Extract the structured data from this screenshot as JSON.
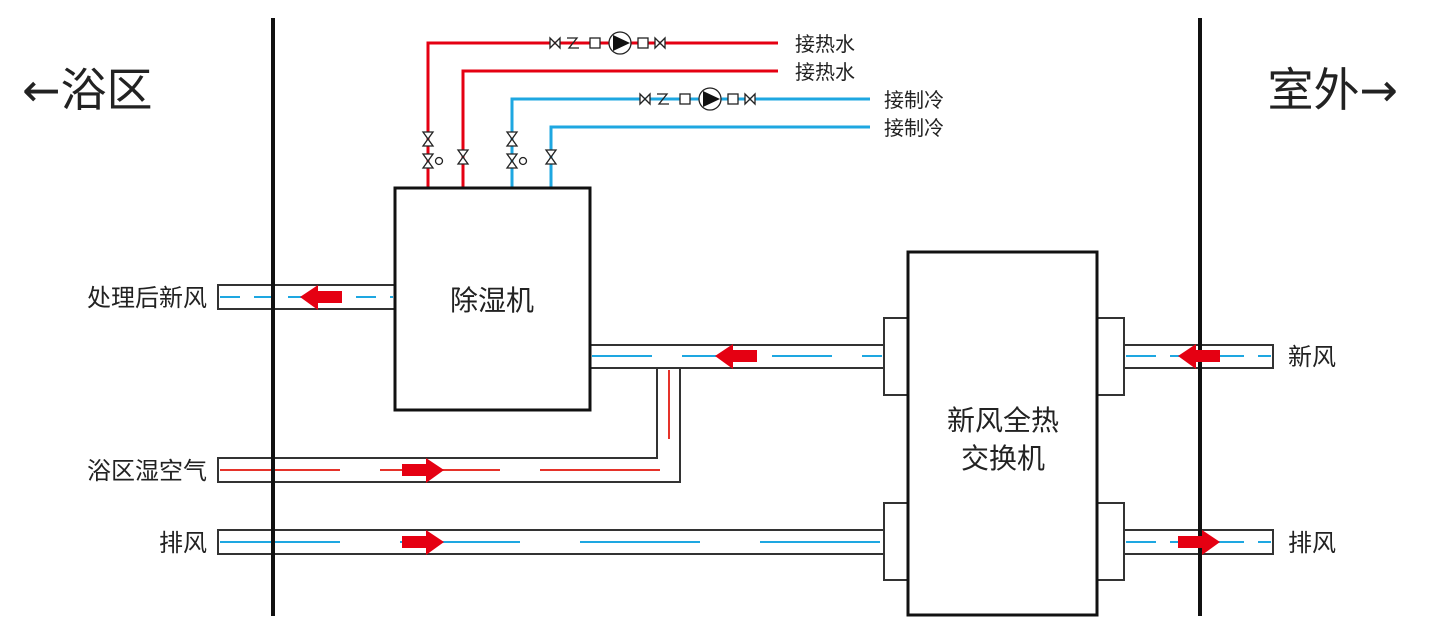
{
  "zones": {
    "left": "←浴区",
    "right": "室外→"
  },
  "equipment": {
    "dehumidifier": "除湿机",
    "hrv_line1": "新风全热",
    "hrv_line2": "交换机"
  },
  "ducts": {
    "treated_air": "处理后新风",
    "bath_humid_air": "浴区湿空气",
    "exhaust_left": "排风",
    "fresh_air": "新风",
    "exhaust_right": "排风"
  },
  "pipes": {
    "hot_water_1": "接热水",
    "hot_water_2": "接热水",
    "chilled_1": "接制冷",
    "chilled_2": "接制冷"
  },
  "colors": {
    "hot": "#e50012",
    "cold": "#1ea7e1",
    "arrow": "#e50012"
  }
}
